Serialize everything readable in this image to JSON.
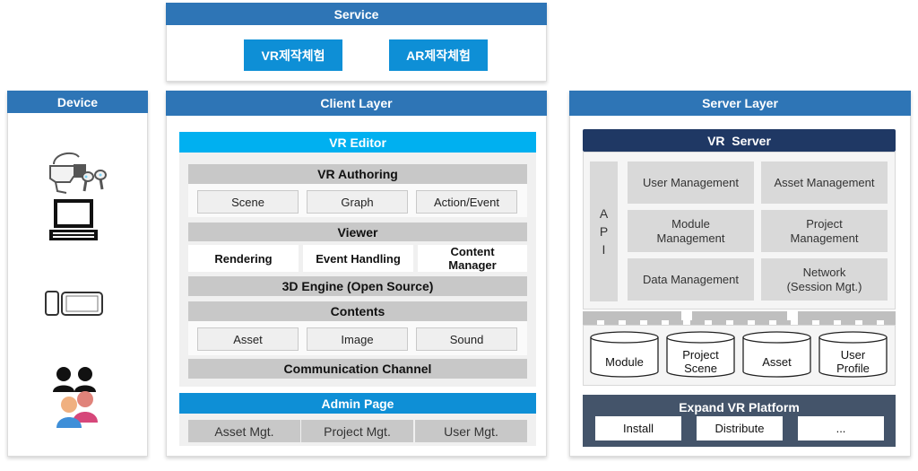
{
  "service": {
    "title": "Service",
    "buttons": [
      "VR제작체험",
      "AR제작체험"
    ]
  },
  "device": {
    "title": "Device"
  },
  "client": {
    "title": "Client Layer",
    "vr_editor": {
      "title": "VR Editor",
      "authoring": {
        "title": "VR Authoring",
        "items": [
          "Scene",
          "Graph",
          "Action/Event"
        ]
      },
      "viewer": {
        "title": "Viewer",
        "items": [
          "Rendering",
          "Event Handling",
          "Content\nManager"
        ]
      },
      "engine": "3D Engine (Open Source)",
      "contents": {
        "title": "Contents",
        "items": [
          "Asset",
          "Image",
          "Sound"
        ]
      },
      "channel": "Communication Channel"
    },
    "admin": {
      "title": "Admin Page",
      "items": [
        "Asset Mgt.",
        "Project Mgt.",
        "User Mgt."
      ]
    }
  },
  "server": {
    "title": "Server Layer",
    "vr_server": {
      "title": "VR  Server",
      "api": [
        "A",
        "P",
        "I"
      ],
      "modules": [
        "User Management",
        "Asset Management",
        "Module\nManagement",
        "Project\nManagement",
        "Data Management",
        "Network\n(Session Mgt.)"
      ]
    },
    "databases": [
      "Module",
      "Project\nScene",
      "Asset",
      "User\nProfile"
    ],
    "expand": {
      "title": "Expand VR Platform",
      "items": [
        "Install",
        "Distribute",
        "..."
      ]
    }
  },
  "colors": {
    "header_blue": "#2e75b6",
    "editor_cyan": "#00b0f0",
    "button_blue": "#0e8fd6",
    "server_navy": "#1f3864",
    "expand_gray": "#44546a"
  }
}
